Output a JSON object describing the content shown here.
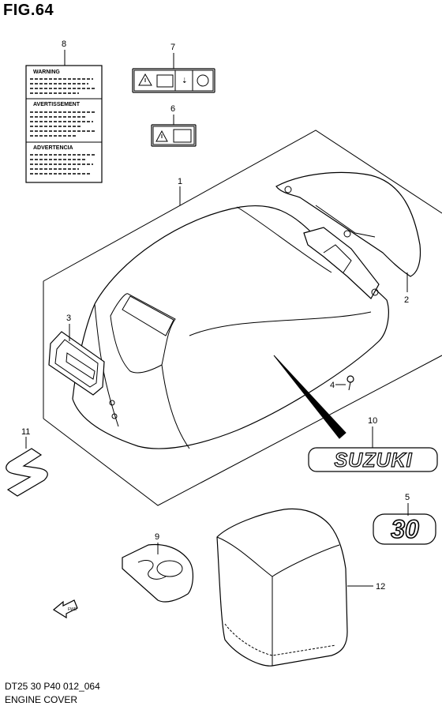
{
  "figure": {
    "title": "FIG.64",
    "code": "DT25 30 P40 012_064",
    "name": "ENGINE COVER"
  },
  "callouts": [
    {
      "id": "c1",
      "label": "1"
    },
    {
      "id": "c2",
      "label": "2"
    },
    {
      "id": "c3",
      "label": "3"
    },
    {
      "id": "c4",
      "label": "4"
    },
    {
      "id": "c5",
      "label": "5"
    },
    {
      "id": "c6",
      "label": "6"
    },
    {
      "id": "c7",
      "label": "7"
    },
    {
      "id": "c8",
      "label": "8"
    },
    {
      "id": "c9",
      "label": "9"
    },
    {
      "id": "c10",
      "label": "10"
    },
    {
      "id": "c11",
      "label": "11"
    },
    {
      "id": "c12",
      "label": "12"
    }
  ],
  "warning_label": {
    "sections": [
      "WARNING",
      "AVERTISSEMENT",
      "ADVERTENCIA"
    ]
  },
  "decals": {
    "brand": "SUZUKI",
    "model_number": "30",
    "fwd_arrow": "FWD"
  },
  "colors": {
    "line": "#000000",
    "background": "#ffffff"
  }
}
